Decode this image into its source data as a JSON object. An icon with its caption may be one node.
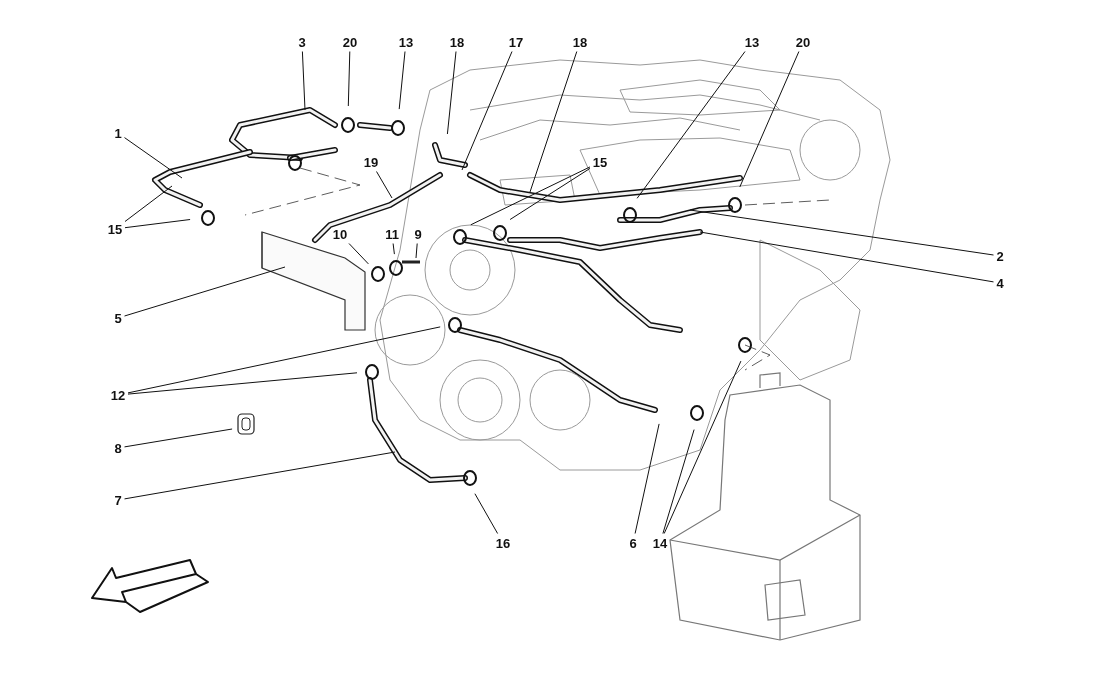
{
  "diagram": {
    "nodes": [
      {
        "text": [
          "3"
        ]
      },
      {
        "text": [
          "20"
        ]
      },
      {
        "text": [
          "13"
        ]
      },
      {
        "text": [
          "18"
        ]
      },
      {
        "text": [
          "17"
        ]
      },
      {
        "text": [
          "18"
        ]
      },
      {
        "text": [
          "13"
        ]
      },
      {
        "text": [
          "20"
        ]
      },
      {
        "text": [
          "1"
        ]
      },
      {
        "text": [
          "19"
        ]
      },
      {
        "text": [
          "15"
        ]
      },
      {
        "text": [
          "15"
        ]
      },
      {
        "text": [
          "10"
        ]
      },
      {
        "text": [
          "11"
        ]
      },
      {
        "text": [
          "9"
        ]
      },
      {
        "text": [
          "2"
        ]
      },
      {
        "text": [
          "4"
        ]
      },
      {
        "text": [
          "5"
        ]
      },
      {
        "text": [
          "12"
        ]
      },
      {
        "text": [
          "8"
        ]
      },
      {
        "text": [
          "7"
        ]
      },
      {
        "text": [
          "16"
        ]
      },
      {
        "text": [
          "6"
        ]
      },
      {
        "text": [
          "14"
        ]
      }
    ],
    "edges": [
      {
        "from": 0,
        "to": null,
        "arrow": "none"
      },
      {
        "from": 1,
        "to": null,
        "arrow": "none"
      },
      {
        "from": 2,
        "to": null,
        "arrow": "none"
      },
      {
        "from": 3,
        "to": null,
        "arrow": "none"
      },
      {
        "from": 4,
        "to": null,
        "arrow": "none"
      },
      {
        "from": 5,
        "to": null,
        "arrow": "none"
      },
      {
        "from": 6,
        "to": null,
        "arrow": "none"
      },
      {
        "from": 7,
        "to": null,
        "arrow": "none"
      },
      {
        "from": 8,
        "to": null,
        "arrow": "none"
      },
      {
        "from": 9,
        "to": null,
        "arrow": "none"
      },
      {
        "from": 10,
        "to": null,
        "arrow": "none"
      },
      {
        "from": 10,
        "to": null,
        "arrow": "none"
      },
      {
        "from": 11,
        "to": null,
        "arrow": "none"
      },
      {
        "from": 11,
        "to": null,
        "arrow": "none"
      },
      {
        "from": 12,
        "to": null,
        "arrow": "none"
      },
      {
        "from": 13,
        "to": null,
        "arrow": "none"
      },
      {
        "from": 14,
        "to": null,
        "arrow": "none"
      },
      {
        "from": 15,
        "to": null,
        "arrow": "none"
      },
      {
        "from": 16,
        "to": null,
        "arrow": "none"
      },
      {
        "from": 17,
        "to": null,
        "arrow": "none"
      },
      {
        "from": 18,
        "to": null,
        "arrow": "none"
      },
      {
        "from": 18,
        "to": null,
        "arrow": "none"
      },
      {
        "from": 19,
        "to": null,
        "arrow": "none"
      },
      {
        "from": 20,
        "to": null,
        "arrow": "none"
      },
      {
        "from": 21,
        "to": null,
        "arrow": "none"
      },
      {
        "from": 22,
        "to": null,
        "arrow": "none"
      },
      {
        "from": 23,
        "to": null,
        "arrow": "none"
      },
      {
        "from": 23,
        "to": null,
        "arrow": "none"
      }
    ]
  }
}
